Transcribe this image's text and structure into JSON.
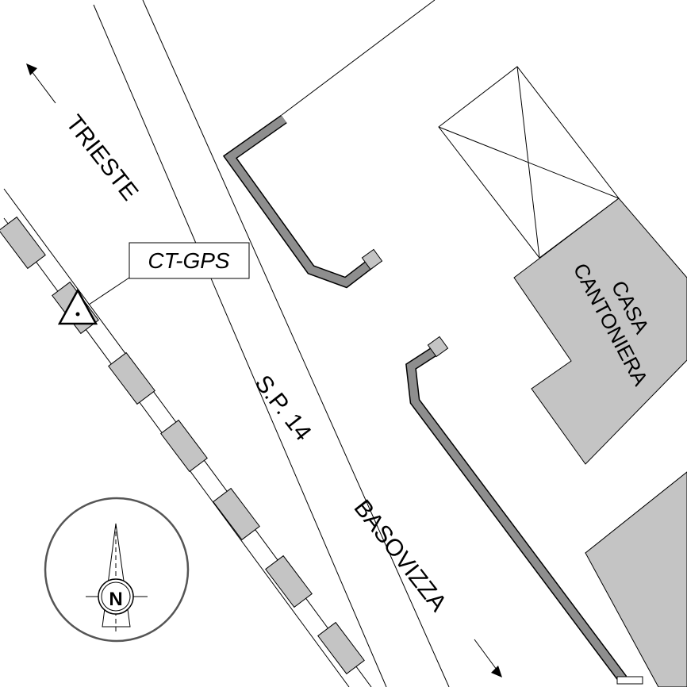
{
  "map": {
    "labels": {
      "trieste": "TRIESTE",
      "road": "S.P. 14",
      "basovizza": "BASOVIZZA",
      "casa": "CASA",
      "cantoniera": "CANTONIERA",
      "station": "CT-GPS",
      "north": "N"
    },
    "colors": {
      "building_fill": "#c4c4c4",
      "rail_block_fill": "#c4c4c4",
      "wall_fill": "#8e8e8e",
      "line": "#000000",
      "compass_ring": "#555555"
    },
    "icons": [
      "north-arrow-left-icon",
      "south-arrow-right-icon",
      "gps-station-triangle-icon",
      "compass-rose-icon"
    ]
  }
}
